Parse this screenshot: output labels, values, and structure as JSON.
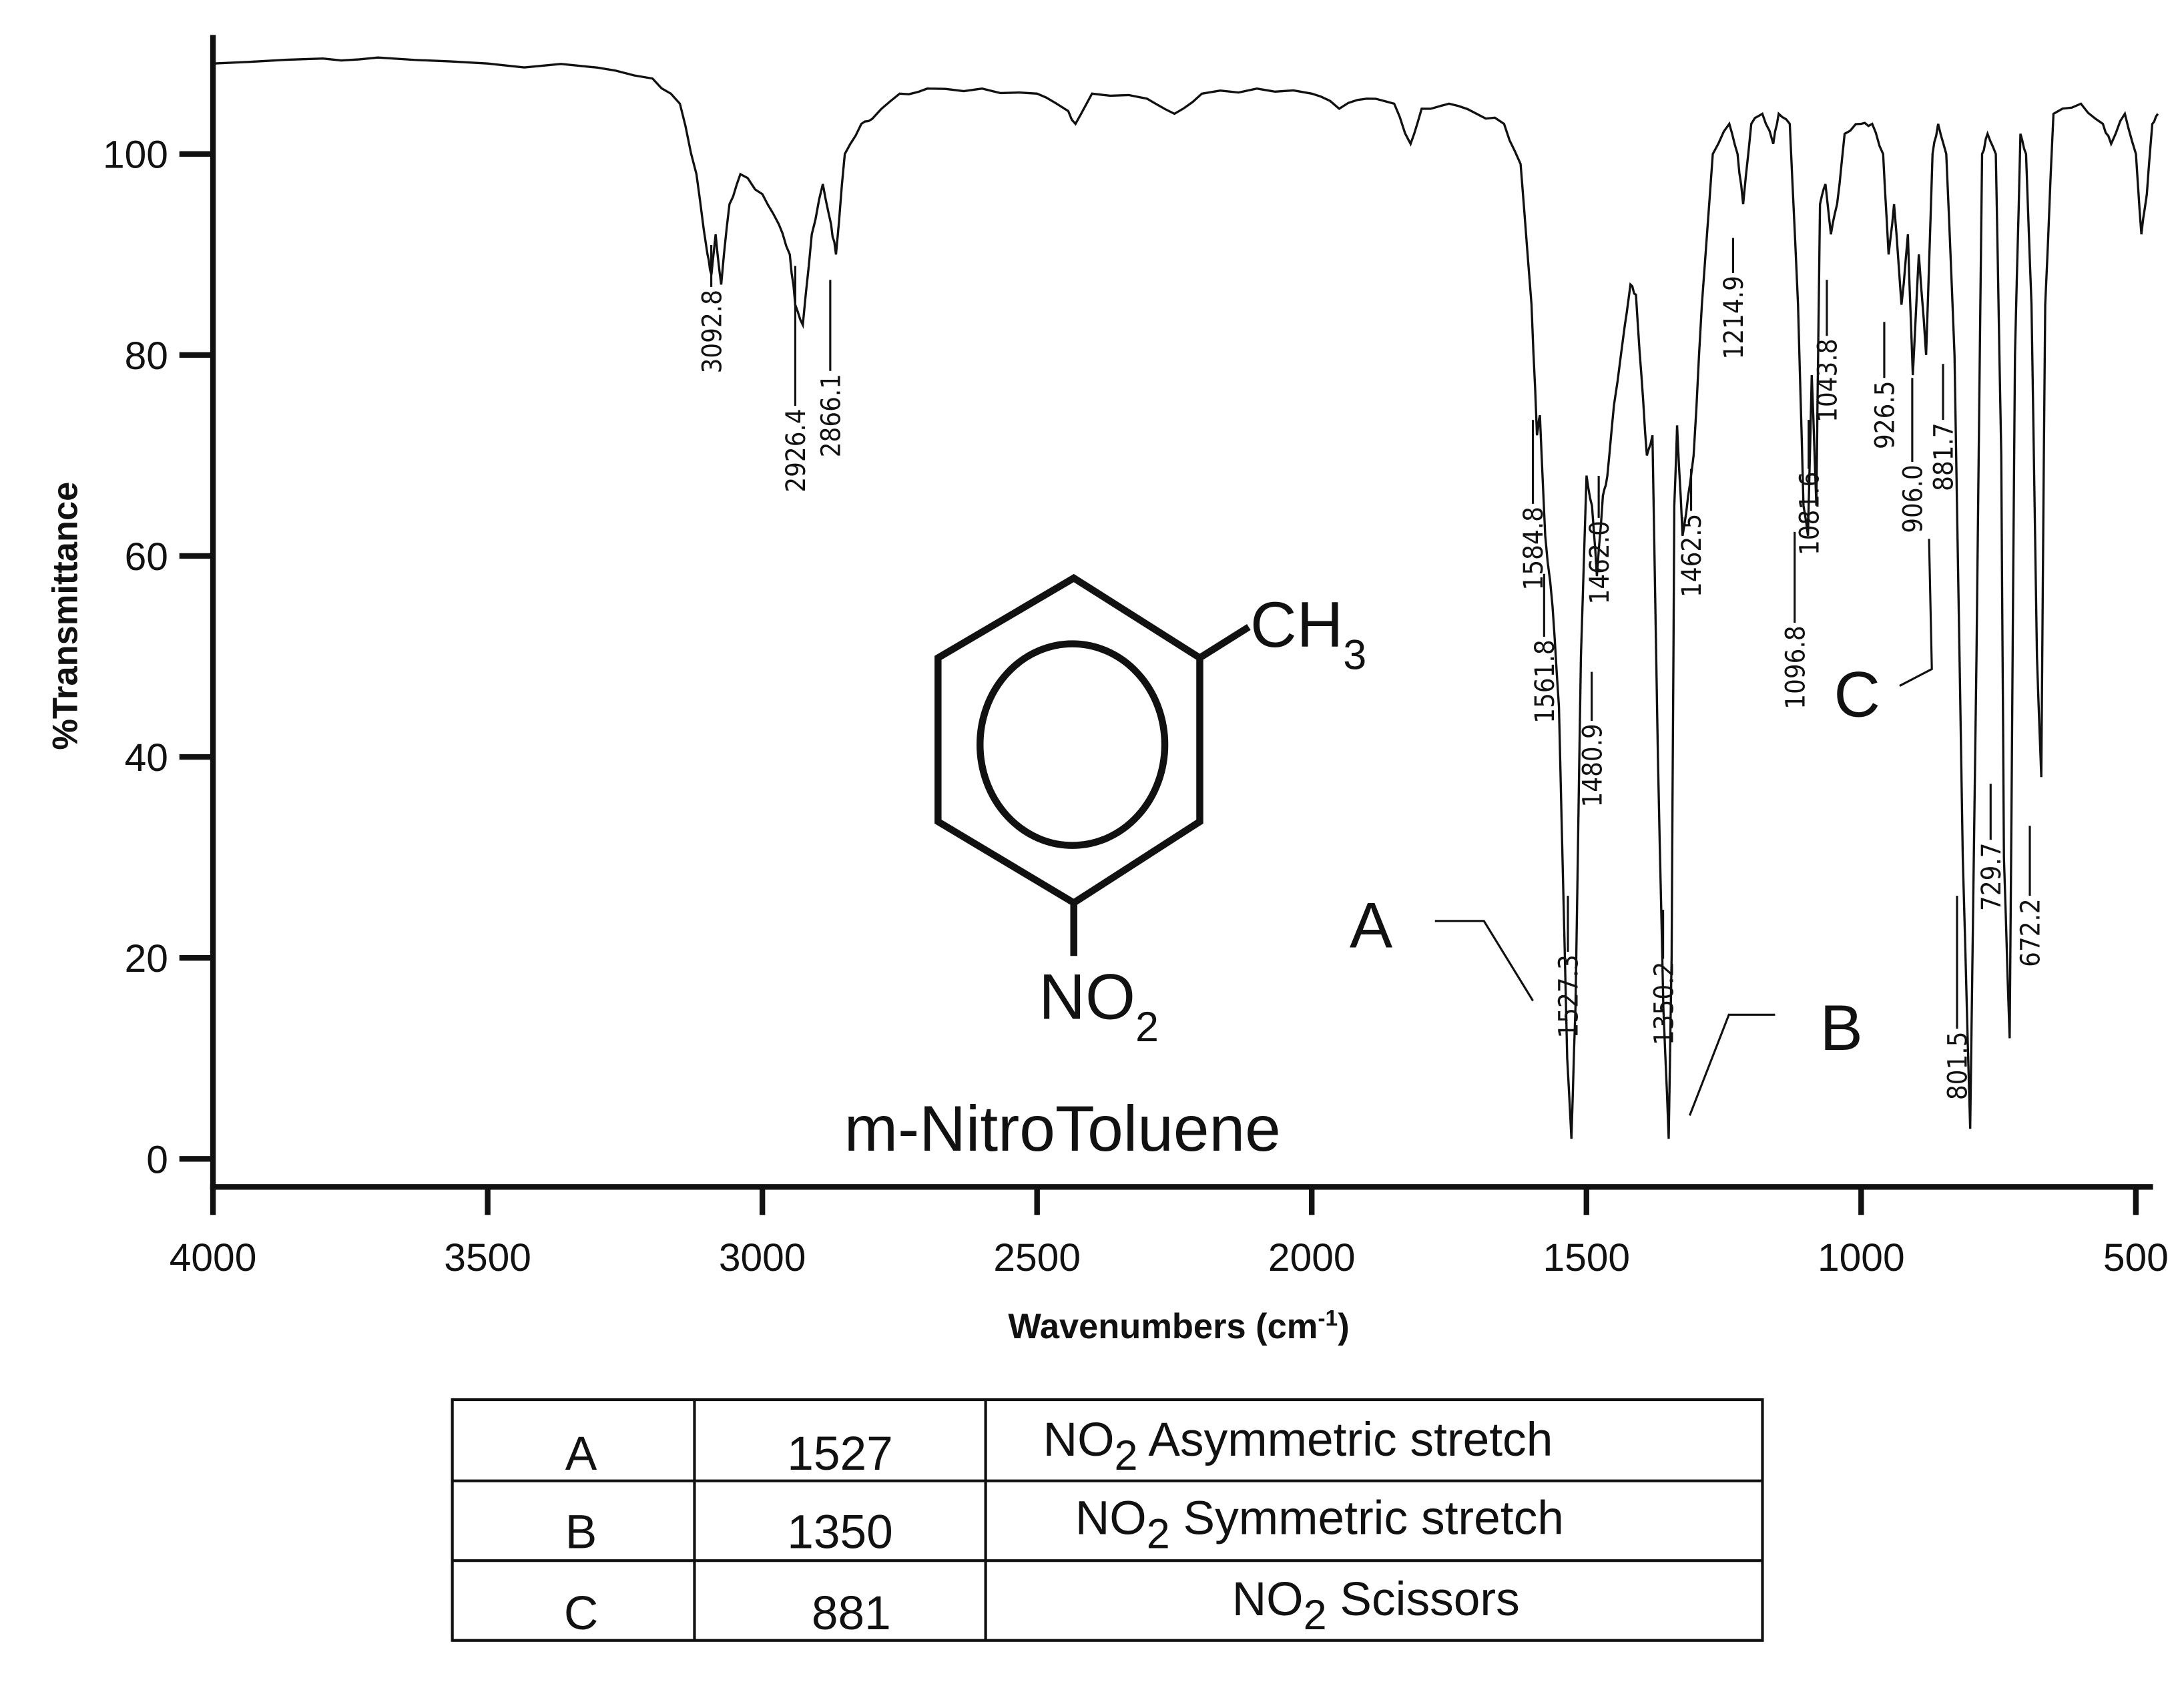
{
  "chart_data": {
    "type": "line",
    "xlabel": "Wavenumbers (cm",
    "xlabel_sup": "-1",
    "xlabel_close": ")",
    "ylabel": "%Transmittance",
    "xlim": [
      4000,
      460
    ],
    "ylim": [
      0,
      112
    ],
    "x_reversed": true,
    "grid": false,
    "x_ticks": [
      "4000",
      "3500",
      "3000",
      "2500",
      "2000",
      "1500",
      "1000",
      "500"
    ],
    "y_ticks": [
      "0",
      "20",
      "40",
      "60",
      "80",
      "100"
    ],
    "line_color": "#111111",
    "spectrum": [
      [
        4000,
        109
      ],
      [
        3800,
        109.5
      ],
      [
        3700,
        109.6
      ],
      [
        3500,
        109
      ],
      [
        3300,
        108.6
      ],
      [
        3200,
        107.5
      ],
      [
        3150,
        105
      ],
      [
        3120,
        98
      ],
      [
        3100,
        90
      ],
      [
        3092.8,
        88
      ],
      [
        3085,
        92
      ],
      [
        3075,
        87
      ],
      [
        3060,
        95
      ],
      [
        3040,
        98
      ],
      [
        3000,
        96
      ],
      [
        2970,
        93
      ],
      [
        2950,
        90
      ],
      [
        2940,
        85
      ],
      [
        2926.4,
        83
      ],
      [
        2910,
        92
      ],
      [
        2890,
        97
      ],
      [
        2875,
        93
      ],
      [
        2866.1,
        90
      ],
      [
        2850,
        100
      ],
      [
        2820,
        103
      ],
      [
        2800,
        103.5
      ],
      [
        2750,
        106
      ],
      [
        2700,
        106.5
      ],
      [
        2600,
        106.5
      ],
      [
        2500,
        106
      ],
      [
        2450,
        104.5
      ],
      [
        2430,
        103
      ],
      [
        2400,
        106
      ],
      [
        2300,
        105.5
      ],
      [
        2250,
        104
      ],
      [
        2200,
        106
      ],
      [
        2100,
        106.5
      ],
      [
        2000,
        106
      ],
      [
        1950,
        104.5
      ],
      [
        1900,
        105.5
      ],
      [
        1850,
        105
      ],
      [
        1820,
        101
      ],
      [
        1800,
        104.5
      ],
      [
        1750,
        105
      ],
      [
        1700,
        104
      ],
      [
        1650,
        103
      ],
      [
        1620,
        99
      ],
      [
        1600,
        85
      ],
      [
        1590,
        72
      ],
      [
        1584.8,
        74
      ],
      [
        1575,
        62
      ],
      [
        1561.8,
        55
      ],
      [
        1550,
        45
      ],
      [
        1535,
        10
      ],
      [
        1527.3,
        2
      ],
      [
        1520,
        15
      ],
      [
        1510,
        50
      ],
      [
        1500,
        68
      ],
      [
        1490,
        65
      ],
      [
        1480.9,
        58
      ],
      [
        1470,
        66
      ],
      [
        1462,
        68
      ],
      [
        1450,
        75
      ],
      [
        1430,
        83
      ],
      [
        1420,
        87
      ],
      [
        1410,
        86
      ],
      [
        1400,
        78
      ],
      [
        1390,
        70
      ],
      [
        1380,
        72
      ],
      [
        1370,
        40
      ],
      [
        1360,
        15
      ],
      [
        1350.2,
        2
      ],
      [
        1345,
        20
      ],
      [
        1340,
        65
      ],
      [
        1335,
        73
      ],
      [
        1325,
        62
      ],
      [
        1315,
        66
      ],
      [
        1305,
        70
      ],
      [
        1290,
        85
      ],
      [
        1270,
        100
      ],
      [
        1240,
        103
      ],
      [
        1225,
        100
      ],
      [
        1214.9,
        95
      ],
      [
        1200,
        103
      ],
      [
        1180,
        104
      ],
      [
        1160,
        101
      ],
      [
        1150,
        104
      ],
      [
        1130,
        103
      ],
      [
        1115,
        85
      ],
      [
        1105,
        65
      ],
      [
        1096.8,
        62
      ],
      [
        1090,
        78
      ],
      [
        1081.6,
        65
      ],
      [
        1075,
        95
      ],
      [
        1065,
        97
      ],
      [
        1055,
        92
      ],
      [
        1043.8,
        95
      ],
      [
        1030,
        102
      ],
      [
        1000,
        103
      ],
      [
        980,
        103
      ],
      [
        960,
        100
      ],
      [
        950,
        90
      ],
      [
        940,
        95
      ],
      [
        926.5,
        85
      ],
      [
        915,
        92
      ],
      [
        906,
        78
      ],
      [
        895,
        90
      ],
      [
        881.7,
        80
      ],
      [
        870,
        100
      ],
      [
        860,
        103
      ],
      [
        845,
        100
      ],
      [
        830,
        80
      ],
      [
        815,
        30
      ],
      [
        801.5,
        3
      ],
      [
        790,
        50
      ],
      [
        780,
        100
      ],
      [
        770,
        102
      ],
      [
        755,
        100
      ],
      [
        745,
        70
      ],
      [
        740,
        30
      ],
      [
        729.7,
        12
      ],
      [
        720,
        80
      ],
      [
        710,
        102
      ],
      [
        700,
        100
      ],
      [
        690,
        85
      ],
      [
        680,
        50
      ],
      [
        672.2,
        38
      ],
      [
        665,
        85
      ],
      [
        650,
        104
      ],
      [
        600,
        105
      ],
      [
        560,
        103
      ],
      [
        545,
        101
      ],
      [
        520,
        104
      ],
      [
        500,
        100
      ],
      [
        490,
        92
      ],
      [
        480,
        96
      ],
      [
        470,
        103
      ],
      [
        460,
        104
      ]
    ],
    "peak_labels": [
      "3092.8",
      "2926.4",
      "2866.1",
      "1584.8",
      "1561.8",
      "1527.3",
      "1480.9",
      "1462.0",
      "1350.2",
      "1462.5",
      "1214.9",
      "1096.8",
      "1081.6",
      "1043.8",
      "926.5",
      "906.0",
      "881.7",
      "801.5",
      "729.7",
      "672.2"
    ],
    "callouts": {
      "a": "A",
      "b": "B",
      "c": "C"
    }
  },
  "molecule": {
    "substituent_top": "CH",
    "substituent_top_sub": "3",
    "substituent_bottom": "NO",
    "substituent_bottom_sub": "2",
    "name": "m-NitroToluene"
  },
  "table": {
    "rows": [
      {
        "label": "A",
        "value": "1527",
        "formula": "NO",
        "sub": "2",
        "text": " Asymmetric stretch"
      },
      {
        "label": "B",
        "value": "1350",
        "formula": "NO",
        "sub": "2",
        "text": " Symmetric stretch"
      },
      {
        "label": "C",
        "value": "881",
        "formula": "NO",
        "sub": "2",
        "text": " Scissors"
      }
    ]
  }
}
